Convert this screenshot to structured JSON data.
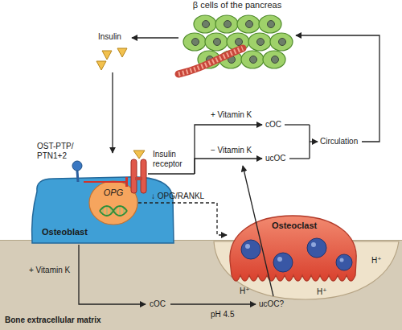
{
  "diagram": {
    "nodes": [
      {
        "text": [
          "β cells of the pancreas"
        ]
      },
      {
        "text": [
          "Osteoblast"
        ]
      },
      {
        "text": [
          "OPG"
        ],
        "in": 1
      },
      {
        "text": [
          "Osteoclast"
        ]
      },
      {
        "text": [
          "Bone extracellular matrix"
        ]
      }
    ],
    "edges": [
      {
        "from": 2,
        "to": 3,
        "arrow": "to",
        "label": "↓ OPG/RANKL"
      }
    ],
    "labels": [
      "Insulin",
      "OST-PTP/ PTN1+2",
      "Insulin receptor",
      "+ Vitamin K",
      "cOC",
      "− Vitamin K",
      "ucOC",
      "Circulation",
      "+ Vitamin K",
      "cOC",
      "pH 4.5",
      "ucOC?",
      "H⁺",
      "H⁺",
      "H⁺"
    ]
  }
}
